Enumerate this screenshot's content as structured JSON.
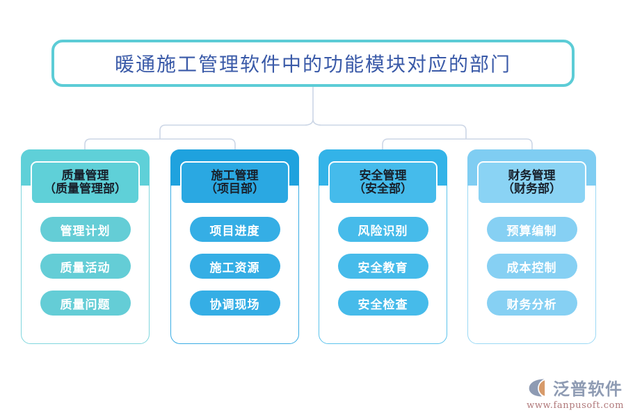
{
  "title": {
    "text": "暖通施工管理软件中的功能模块对应的部门",
    "border_color": "#5cccd6",
    "text_color": "#3a5aa8"
  },
  "connector_color": "#ccd6e6",
  "columns": [
    {
      "id": "col-0",
      "name": "质量管理",
      "department": "（质量管理部）",
      "band_color": "#5fd0d8",
      "pill_color": "#5fd0d8",
      "item_color": "#64cdd6",
      "border_color": "#7fd6dd",
      "items": [
        "管理计划",
        "质量活动",
        "质量问题"
      ]
    },
    {
      "id": "col-1",
      "name": "施工管理",
      "department": "（项目部）",
      "band_color": "#1fa2de",
      "pill_color": "#2aa8e2",
      "item_color": "#35aee5",
      "border_color": "#39ace4",
      "items": [
        "项目进度",
        "施工资源",
        "协调现场"
      ]
    },
    {
      "id": "col-2",
      "name": "安全管理",
      "department": "（安全部）",
      "band_color": "#33b3e8",
      "pill_color": "#45bbeb",
      "item_color": "#46bbea",
      "border_color": "#5cc3ec",
      "items": [
        "风险识别",
        "安全教育",
        "安全检查"
      ]
    },
    {
      "id": "col-3",
      "name": "财务管理",
      "department": "（财务部）",
      "band_color": "#7fcdf2",
      "pill_color": "#8ad3f4",
      "item_color": "#86d0f3",
      "border_color": "#9bd9f5",
      "items": [
        "预算编制",
        "成本控制",
        "财务分析"
      ]
    }
  ],
  "logo": {
    "name": "泛普软件",
    "url": "www.fanpusoft.com",
    "name_color": "#8e9bb3",
    "url_color": "#b0787a",
    "mark_color": "#8e9bb3",
    "mark_accent": "#d79a6a"
  }
}
